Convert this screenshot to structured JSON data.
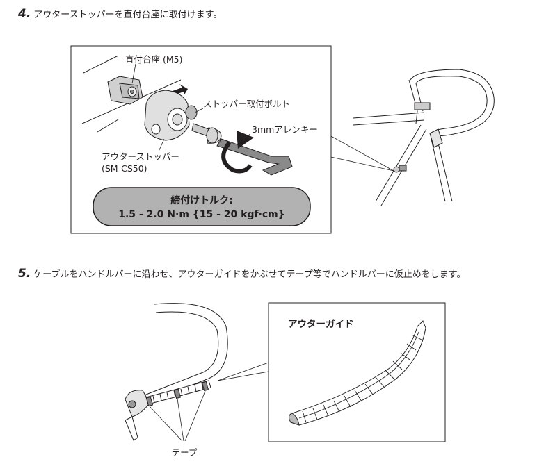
{
  "step4": {
    "number": "4.",
    "instruction": "アウターストッパーを直付台座に取付けます。",
    "labels": {
      "mount": "直付台座 (M5)",
      "bolt": "ストッパー取付ボルト",
      "hex_key": "3mmアレンキー",
      "outer_stopper": "アウターストッパー",
      "model": "(SM-CS50)"
    },
    "torque": {
      "title": "締付けトルク:",
      "value": "1.5 - 2.0 N·m {15 - 20 kgf·cm}"
    }
  },
  "step5": {
    "number": "5.",
    "instruction": "ケーブルをハンドルバーに沿わせ、アウターガイドをかぶせてテープ等でハンドルバーに仮止めをします。",
    "labels": {
      "tape": "テープ",
      "outer_guide": "アウターガイド"
    }
  }
}
